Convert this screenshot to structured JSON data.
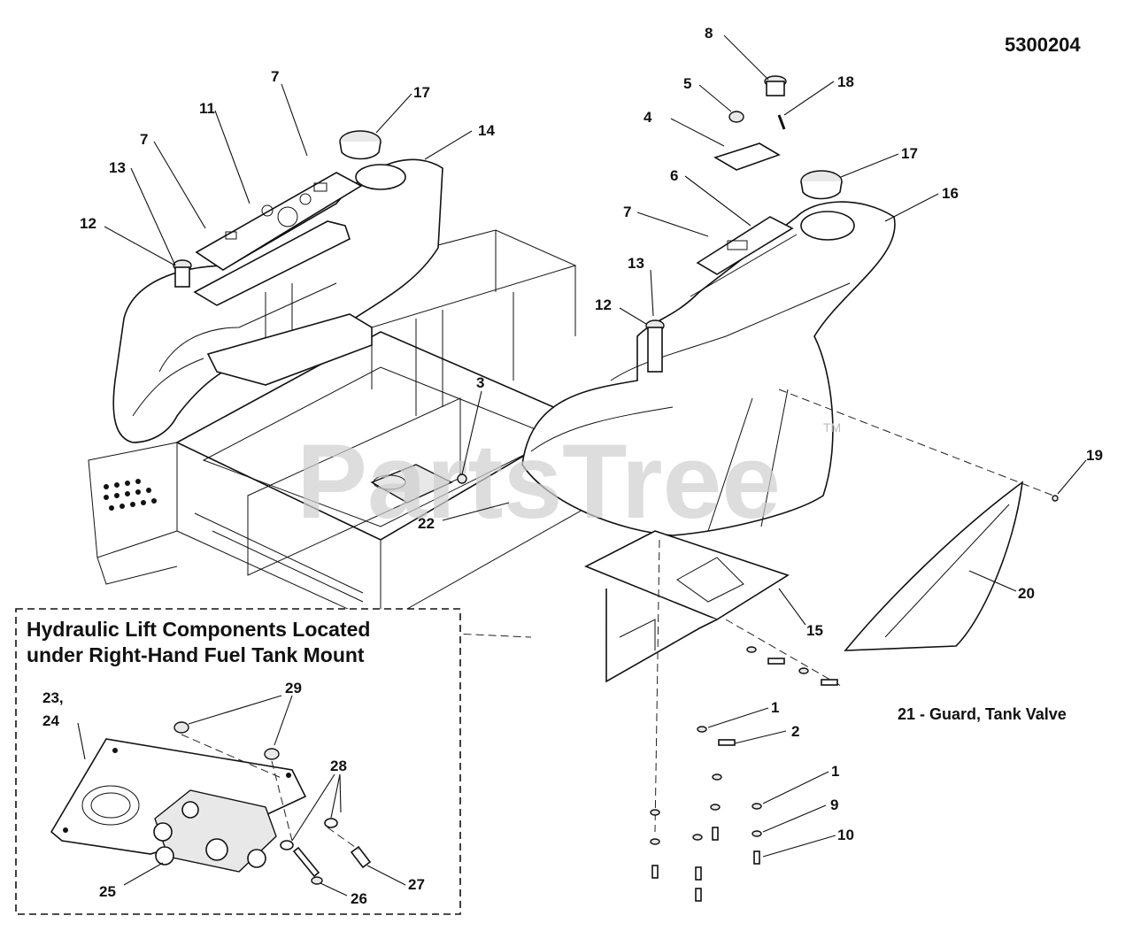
{
  "diagram_number": "5300204",
  "watermark": "PartsTree",
  "watermark_tm": "TM",
  "inset": {
    "title_line1": "Hydraulic Lift Components Located",
    "title_line2": "under Right-Hand Fuel Tank Mount"
  },
  "note": "21 - Guard, Tank Valve",
  "callouts": {
    "c1a": "1",
    "c1b": "1",
    "c2": "2",
    "c3": "3",
    "c4": "4",
    "c5": "5",
    "c6": "6",
    "c7a": "7",
    "c7b": "7",
    "c7c": "7",
    "c8": "8",
    "c9": "9",
    "c10": "10",
    "c11": "11",
    "c12a": "12",
    "c12b": "12",
    "c13a": "13",
    "c13b": "13",
    "c14": "14",
    "c15": "15",
    "c16": "16",
    "c17a": "17",
    "c17b": "17",
    "c18": "18",
    "c19": "19",
    "c20": "20",
    "c22": "22",
    "c23": "23,",
    "c24": "24",
    "c25": "25",
    "c26": "26",
    "c27": "27",
    "c28": "28",
    "c29": "29"
  }
}
